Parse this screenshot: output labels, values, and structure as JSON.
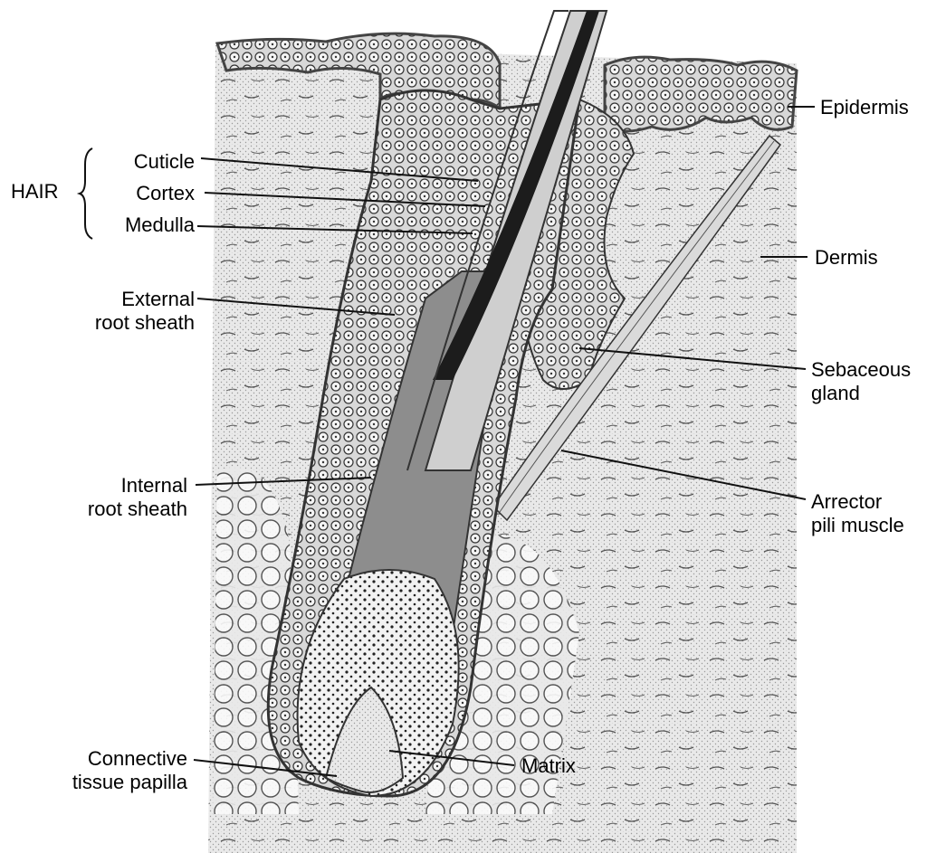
{
  "group_label": "HAIR",
  "labels": {
    "cuticle": "Cuticle",
    "cortex": "Cortex",
    "medulla": "Medulla",
    "external_root_sheath": [
      "External",
      "root sheath"
    ],
    "internal_root_sheath": [
      "Internal",
      "root sheath"
    ],
    "connective_tissue_papilla": [
      "Connective",
      "tissue papilla"
    ],
    "epidermis": "Epidermis",
    "dermis": "Dermis",
    "sebaceous_gland": [
      "Sebaceous",
      "gland"
    ],
    "arrector_pili_muscle": [
      "Arrector",
      "pili muscle"
    ],
    "matrix": "Matrix"
  }
}
